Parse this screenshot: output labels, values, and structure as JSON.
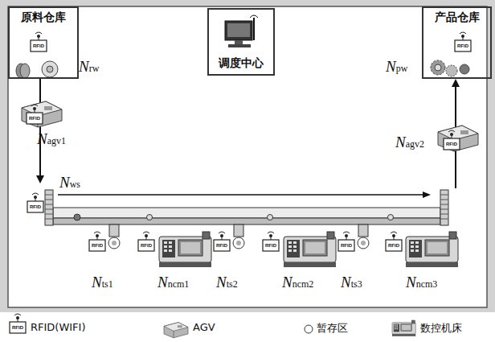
{
  "diagram": {
    "nodes": [
      {
        "text": [
          "原料仓库"
        ]
      },
      {
        "text": [
          "调度中心"
        ]
      },
      {
        "text": [
          "产品仓库"
        ]
      }
    ],
    "labels": [
      "RFID",
      "RFID",
      "Nrw",
      "Npw",
      "RFID",
      "Nagv1",
      "RFID",
      "Nagv2",
      "Nws",
      "RFID",
      "RFID",
      "RFID",
      "RFID",
      "RFID",
      "RFID",
      "RFID",
      "Nts1",
      "Nncm1",
      "Nts2",
      "Nncm2",
      "Nts3",
      "Nncm3",
      "RFID"
    ],
    "legend": [
      {
        "text": "RFID(WIFI)"
      },
      {
        "text": "AGV"
      },
      {
        "text": "暂存区"
      },
      {
        "text": "数控机床"
      }
    ]
  }
}
